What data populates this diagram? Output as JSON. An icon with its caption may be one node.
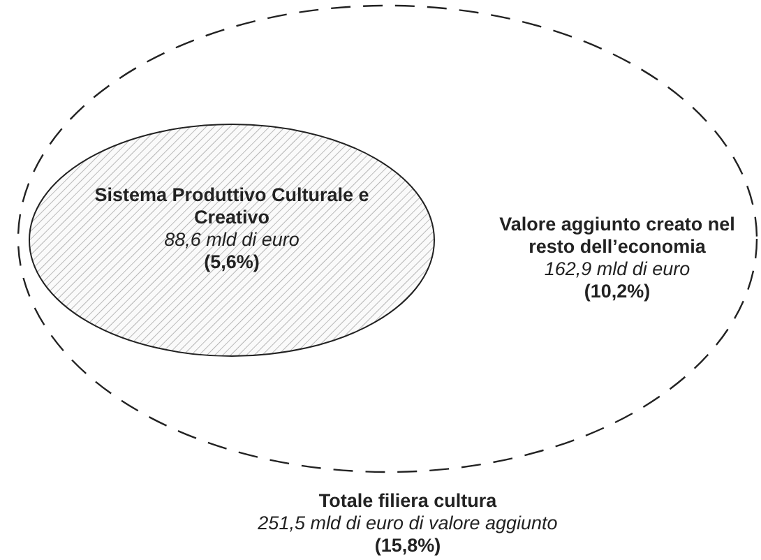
{
  "diagram": {
    "nodes": [
      {
        "text": [
          "Valore aggiunto creato nel resto dell’economia",
          "162,9 mld di euro",
          "(10,2%)"
        ],
        "beside": [
          "Totale filiera cultura",
          "251,5 mld di euro di valore aggiunto",
          "(15,8%)"
        ]
      },
      {
        "text": [
          "Sistema Produttivo Culturale e Creativo",
          "88,6 mld di euro",
          "(5,6%)"
        ],
        "in": 0
      }
    ]
  }
}
